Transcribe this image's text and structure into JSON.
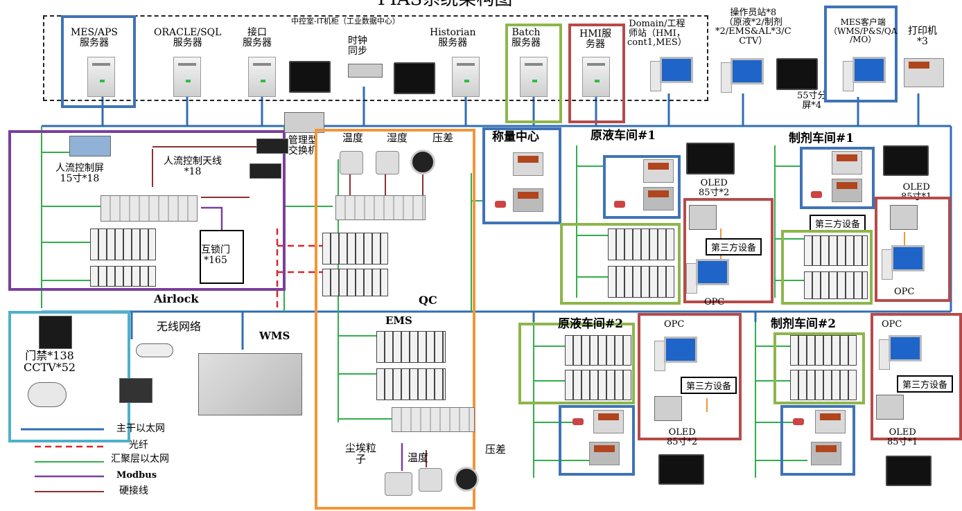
{
  "title": "PIAS系统架构图",
  "it_room": {
    "label": "中控室-IT机柜（工业数据中心）",
    "mes_aps": "MES/APS\n服务器",
    "oracle": "ORACLE/SQL\n服务器",
    "interface": "接口\n服务器",
    "clock": "时钟\n同步",
    "historian": "Historian\n服务器",
    "batch": "Batch\n服务器",
    "hmi": "HMI服\n务器"
  },
  "top_right": {
    "domain": "Domain/工程\n师站（HMI，\ncont1,MES）",
    "operator": "操作员站*8\n（原液*2/制剂\n*2/EMS&AL*3/C\nCTV）",
    "split_screen": "55寸分\n屏*4",
    "mes_client": "MES客户端\n（WMS/P&S/QA\n/MO）",
    "printer": "打印机\n*3"
  },
  "airlock": {
    "control_screen": "人流控制屏\n15寸*18",
    "antenna": "人流控制天线\n*18",
    "interlock": "互锁门\n*165",
    "label": "Airlock"
  },
  "managed_switch": "管理型\n交换机",
  "qc": {
    "temperature": "温度",
    "humidity": "湿度",
    "pressure": "压差",
    "label": "QC",
    "ems": "EMS",
    "dust": "尘埃粒\n子",
    "temperature2": "温度",
    "pressure2": "压差"
  },
  "weighing": "称量中心",
  "stock1": {
    "title": "原液车间#1",
    "oled": "OLED\n85寸*2",
    "third_party": "第三方设备",
    "opc": "OPC"
  },
  "formulation1": {
    "title": "制剂车间#1",
    "oled": "OLED\n85寸*1",
    "third_party": "第三方设备",
    "opc": "OPC"
  },
  "stock2": {
    "title": "原液车间#2",
    "opc": "OPC",
    "third_party": "第三方设备",
    "oled": "OLED\n85寸*2"
  },
  "formulation2": {
    "title": "制剂车间#2",
    "opc": "OPC",
    "third_party": "第三方设备",
    "oled": "OLED\n85寸*1"
  },
  "access": {
    "label": "门禁*138\nCCTV*52"
  },
  "wireless": "无线网络",
  "wms": "WMS",
  "legend": {
    "backbone": "主干以太网",
    "fiber": "光纤",
    "aggregation": "汇聚层以太网",
    "modbus": "Modbus",
    "hardwire": "硬接线"
  },
  "colors": {
    "backbone": "#2f6db5",
    "fiber": "#d9262b",
    "aggregation": "#2fae4a",
    "modbus": "#7a3f9c",
    "hardwire": "#8b2f2f"
  }
}
